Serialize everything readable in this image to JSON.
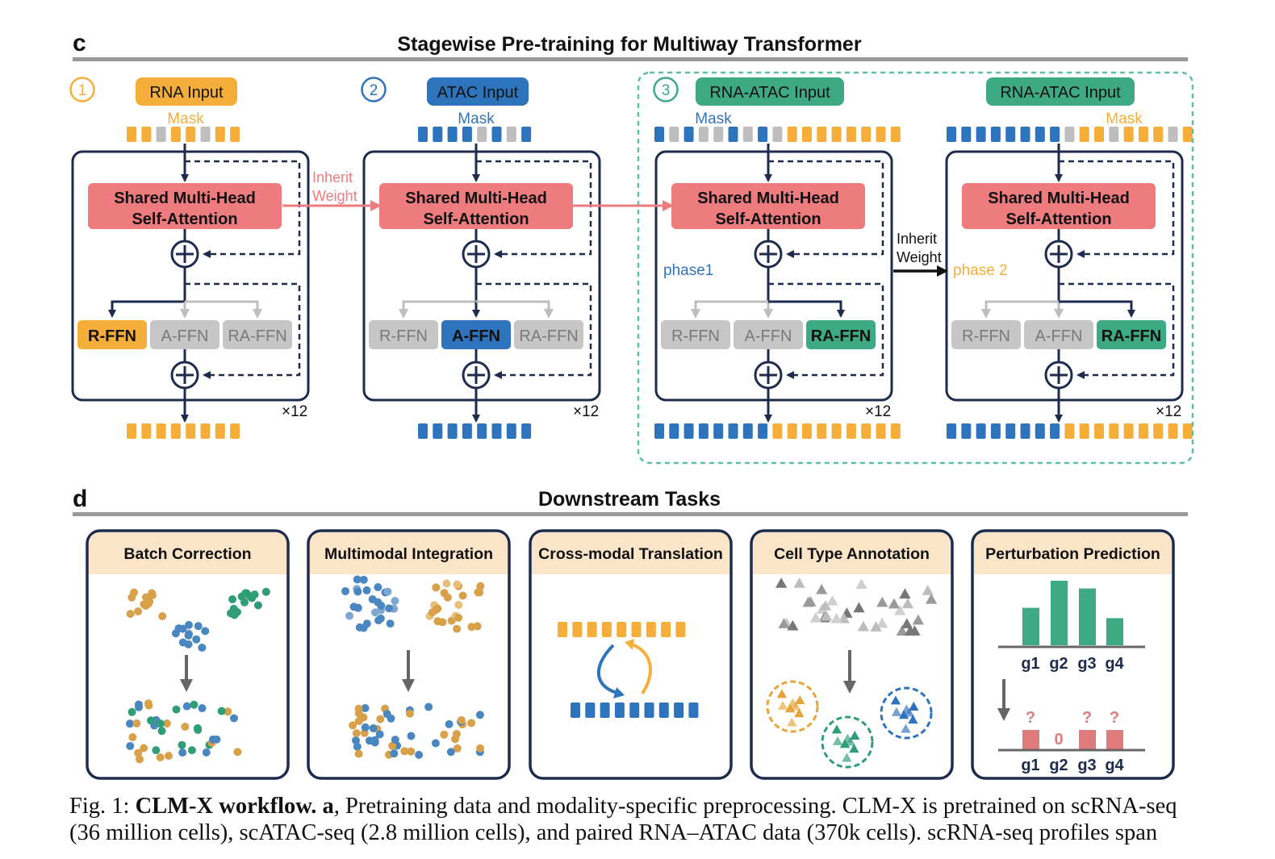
{
  "colors": {
    "rna": "#F5AE3A",
    "atac": "#2E74BD",
    "joint": "#3DAA83",
    "attention": "#EE7C7E",
    "gray": "#BEBEBE",
    "dark": "#1E2B4D",
    "rule": "#999999",
    "task_header": "#FBE5C8",
    "dashed_box": "#5DBFA1"
  },
  "panel_c": {
    "letter": "c",
    "title": "Stagewise Pre-training for Multiway Transformer",
    "stages": [
      {
        "number": "1",
        "input_label": "RNA Input",
        "mask_label": "Mask",
        "attention": [
          "Shared Multi-Head",
          "Self-Attention"
        ],
        "ffn": [
          "R-FFN",
          "A-FFN",
          "RA-FFN"
        ],
        "active_ffn": 0,
        "repeat": "×12"
      },
      {
        "number": "2",
        "input_label": "ATAC Input",
        "mask_label": "Mask",
        "attention": [
          "Shared Multi-Head",
          "Self-Attention"
        ],
        "ffn": [
          "R-FFN",
          "A-FFN",
          "RA-FFN"
        ],
        "active_ffn": 1,
        "repeat": "×12"
      },
      {
        "number": "3",
        "input_label": "RNA-ATAC Input",
        "mask_label": "Mask",
        "attention": [
          "Shared Multi-Head",
          "Self-Attention"
        ],
        "ffn": [
          "R-FFN",
          "A-FFN",
          "RA-FFN"
        ],
        "active_ffn": 2,
        "repeat": "×12",
        "phase_label": "phase1"
      },
      {
        "number": "",
        "input_label": "RNA-ATAC Input",
        "mask_label": "Mask",
        "attention": [
          "Shared Multi-Head",
          "Self-Attention"
        ],
        "ffn": [
          "R-FFN",
          "A-FFN",
          "RA-FFN"
        ],
        "active_ffn": 2,
        "repeat": "×12",
        "phase_label": "phase 2"
      }
    ],
    "inherit_1": [
      "Inherit",
      "Weight"
    ],
    "inherit_2": [
      "Inherit",
      "Weight"
    ]
  },
  "panel_d": {
    "letter": "d",
    "title": "Downstream Tasks",
    "tasks": [
      {
        "title": "Batch Correction"
      },
      {
        "title": "Multimodal Integration"
      },
      {
        "title": "Cross-modal Translation"
      },
      {
        "title": "Cell Type Annotation"
      },
      {
        "title": "Perturbation Prediction",
        "bars": [
          0.58,
          1.0,
          0.88,
          0.42
        ],
        "genes": [
          "g1",
          "g2",
          "g3",
          "g4"
        ],
        "predicted_marks": [
          "?",
          "0",
          "?",
          "?"
        ]
      }
    ]
  },
  "caption": {
    "prefix": "Fig. 1: ",
    "bold": "CLM-X workflow. a",
    "line1_rest": ", Pretraining data and modality-specific preprocessing. CLM-X is pretrained on scRNA-seq",
    "line2": "(36 million cells), scATAC-seq (2.8 million cells), and paired RNA–ATAC data (370k cells). scRNA-seq profiles span"
  }
}
